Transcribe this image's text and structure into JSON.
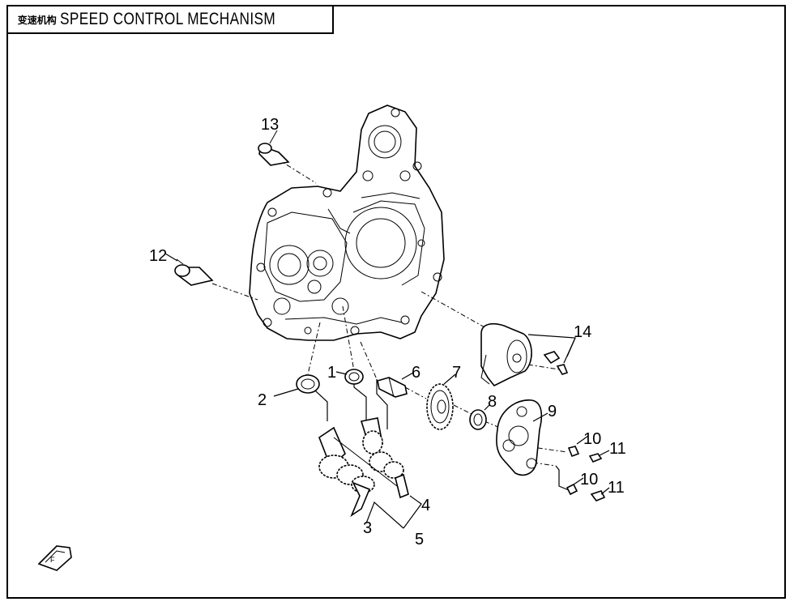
{
  "title": {
    "cn": "变速机构",
    "en": "SPEED CONTROL MECHANISM"
  },
  "callouts": [
    "1",
    "2",
    "3",
    "4",
    "5",
    "6",
    "7",
    "8",
    "9",
    "10",
    "11",
    "10",
    "11",
    "12",
    "13",
    "14"
  ],
  "direction_icon": "front-arrow-icon"
}
